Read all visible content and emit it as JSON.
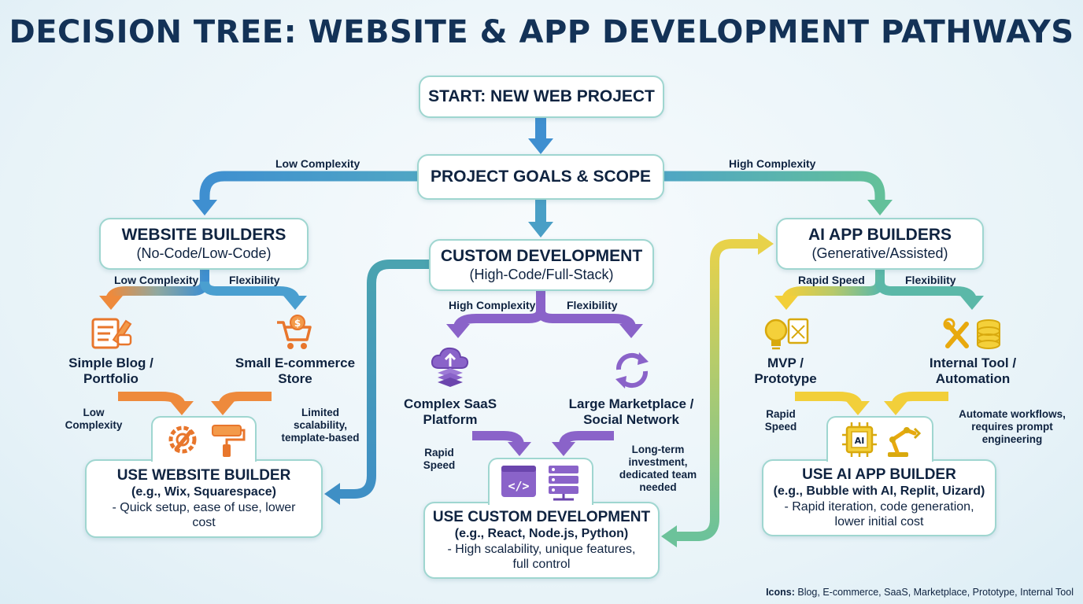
{
  "title": "DECISION TREE: WEBSITE & APP DEVELOPMENT PATHWAYS",
  "start": "START: NEW WEB PROJECT",
  "goals": "PROJECT GOALS & SCOPE",
  "edges": {
    "low_complexity": "Low Complexity",
    "high_complexity": "High Complexity"
  },
  "website_builders": {
    "title": "WEBSITE BUILDERS",
    "subtitle": "(No-Code/Low-Code)",
    "left_label": "Low Complexity",
    "right_label": "Flexibility",
    "option_left": "Simple Blog /\nPortfolio",
    "option_right": "Small E-commerce\nStore",
    "note_left": "Low\nComplexity",
    "note_right": "Limited\nscalability,\ntemplate-based"
  },
  "custom_dev": {
    "title": "CUSTOM DEVELOPMENT",
    "subtitle": "(High-Code/Full-Stack)",
    "left_label": "High Complexity",
    "right_label": "Flexibility",
    "option_left": "Complex SaaS\nPlatform",
    "option_right": "Large Marketplace /\nSocial Network",
    "note_left": "Rapid\nSpeed",
    "note_right": "Long-term\ninvestment,\ndedicated team\nneeded"
  },
  "ai_builders": {
    "title": "AI APP BUILDERS",
    "subtitle": "(Generative/Assisted)",
    "left_label": "Rapid Speed",
    "right_label": "Flexibility",
    "option_left": "MVP /\nPrototype",
    "option_right": "Internal Tool /\nAutomation",
    "note_left": "Rapid\nSpeed",
    "note_right": "Automate workflows,\nrequires prompt\nengineering"
  },
  "outcome_website": {
    "title": "USE WEBSITE BUILDER",
    "examples": "(e.g., Wix, Squarespace)",
    "desc": "- Quick setup, ease of use, lower\ncost"
  },
  "outcome_custom": {
    "title": "USE CUSTOM DEVELOPMENT",
    "examples": "(e.g., React, Node.js, Python)",
    "desc": "- High scalability, unique features,\nfull control"
  },
  "outcome_ai": {
    "title": "USE AI APP BUILDER",
    "examples": "(e.g., Bubble with AI, Replit, Uizard)",
    "desc": "- Rapid iteration, code generation,\nlower initial cost"
  },
  "footer": {
    "label": "Icons:",
    "text": "Blog, E-commerce, SaaS, Marketplace, Prototype, Internal Tool"
  },
  "colors": {
    "blue": "#3f8fd0",
    "teal": "#5bb8a8",
    "orange": "#ee8a3c",
    "purple": "#8a63c9",
    "yellow": "#f2cf3a",
    "navy": "#0f2340"
  }
}
